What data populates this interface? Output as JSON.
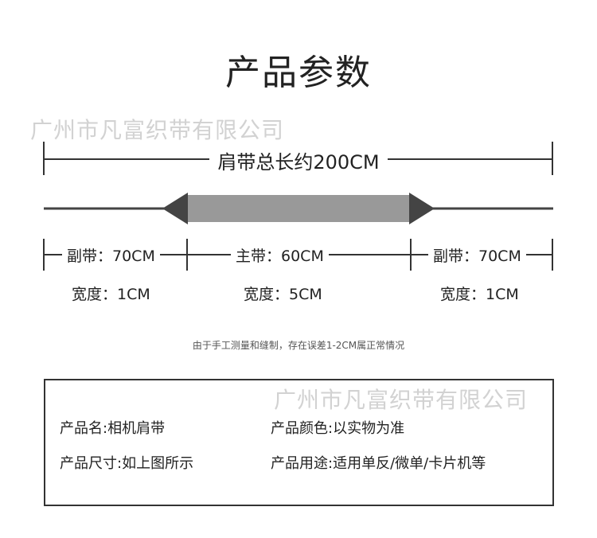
{
  "title": "产品参数",
  "watermark": "广州市凡富织带有限公司",
  "strap": {
    "total_length": "肩带总长约200CM",
    "left_segment": {
      "name": "副带：70CM",
      "width": "宽度：1CM"
    },
    "middle_segment": {
      "name": "主带：60CM",
      "width": "宽度：5CM"
    },
    "right_segment": {
      "name": "副带：70CM",
      "width": "宽度：1CM"
    }
  },
  "note": "由于手工测量和缝制，存在误差1-2CM属正常情况",
  "info": {
    "name": "产品名:相机肩带",
    "color": "产品颜色:以实物为准",
    "size": "产品尺寸:如上图所示",
    "usage": "产品用途:适用单反/微单/卡片机等"
  },
  "colors": {
    "line": "#333333",
    "main_band": "#999999",
    "arrow": "#444444"
  }
}
